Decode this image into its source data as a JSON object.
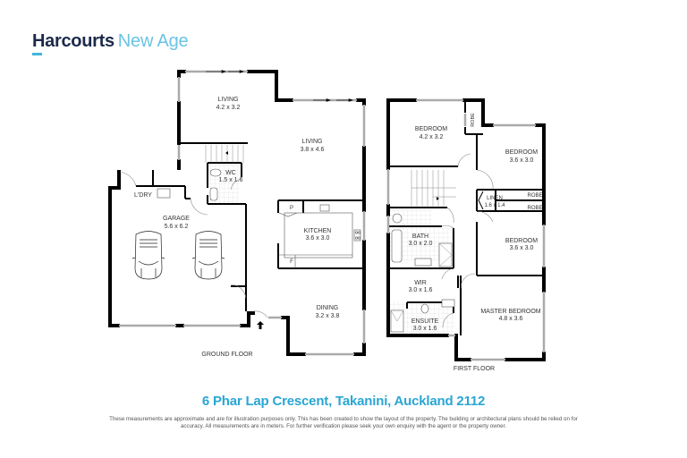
{
  "header": {
    "brand": "Harcourts",
    "office": "New Age",
    "accent_color": "#3fb7dc",
    "brand_color": "#1b2a4a"
  },
  "ground_floor": {
    "label": "GROUND FLOOR",
    "rooms": [
      {
        "name": "LIVING",
        "dims": "4.2 x 3.2"
      },
      {
        "name": "LIVING",
        "dims": "3.8 x 4.6"
      },
      {
        "name": "WC",
        "dims": "1.5 x 1.6"
      },
      {
        "name": "L'DRY",
        "dims": ""
      },
      {
        "name": "GARAGE",
        "dims": "5.6 x 6.2"
      },
      {
        "name": "KITCHEN",
        "dims": "3.6 x 3.0"
      },
      {
        "name": "DINING",
        "dims": "3.2 x 3.8"
      }
    ],
    "fixtures": {
      "pantry": "P",
      "fridge": "F"
    }
  },
  "first_floor": {
    "label": "FIRST FLOOR",
    "rooms": [
      {
        "name": "BEDROOM",
        "dims": "4.2 x 3.2"
      },
      {
        "name": "ROBE",
        "dims": ""
      },
      {
        "name": "BEDROOM",
        "dims": "3.6 x 3.0"
      },
      {
        "name": "LINEN",
        "dims": "1.6 x 1.4"
      },
      {
        "name": "ROBE",
        "dims": ""
      },
      {
        "name": "ROBE",
        "dims": ""
      },
      {
        "name": "BATH",
        "dims": "3.0 x 2.0"
      },
      {
        "name": "BEDROOM",
        "dims": "3.6 x 3.0"
      },
      {
        "name": "WIR",
        "dims": "3.0 x 1.6"
      },
      {
        "name": "MASTER BEDROOM",
        "dims": "4.8 x 3.6"
      },
      {
        "name": "ENSUITE",
        "dims": "3.0 x 1.6"
      }
    ]
  },
  "footer": {
    "address": "6 Phar Lap Crescent, Takanini, Auckland 2112",
    "address_color": "#2aa6d4",
    "disclaimer": "These measurements are approximate and are for illustration purposes only. This has been created to show the layout of the property. The building or architectural plans should be relied on for accuracy. All measurements are in meters. For further verification please seek your own enquiry with the agent or the property owner."
  }
}
